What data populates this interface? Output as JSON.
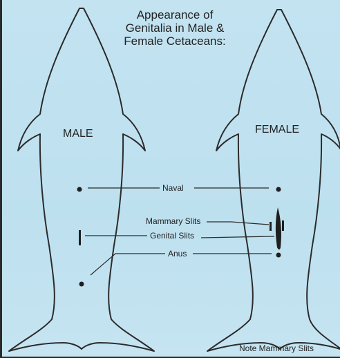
{
  "title": {
    "line1": "Appearance of",
    "line2": "Genitalia in Male &",
    "line3": "Female Cetaceans:"
  },
  "labels": {
    "male": "MALE",
    "female": "FEMALE",
    "naval": "Naval",
    "mammary_slits": "Mammary Slits",
    "genital_slits": "Genital Slits",
    "anus": "Anus",
    "note": "Note Mammary Slits"
  },
  "colors": {
    "background": "#bfe0ef",
    "outline": "#2b2b2b",
    "markings": "#1f1f1f"
  }
}
